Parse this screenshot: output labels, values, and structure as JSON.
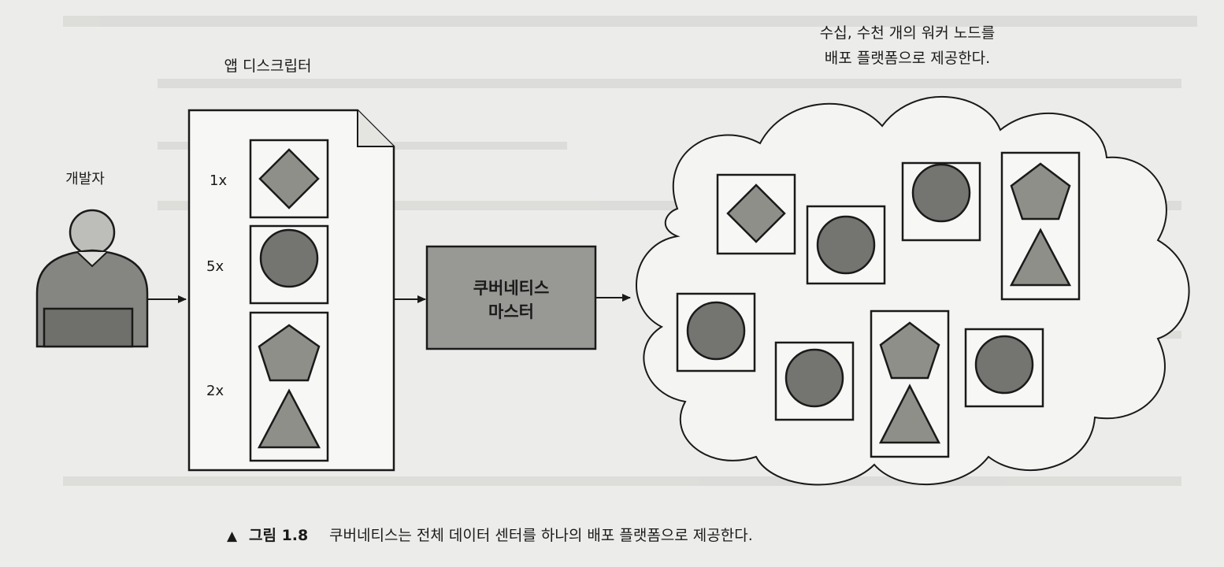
{
  "app_descriptor_label": "앱 디스크립터",
  "developer_label": "개발자",
  "counts": [
    "1x",
    "5x",
    "2x"
  ],
  "master_lines": [
    "쿠버네티스",
    "마스터"
  ],
  "cloud_caption_lines": [
    "수십, 수천 개의 워커 노드를",
    "배포 플랫폼으로 제공한다."
  ],
  "figure": {
    "marker": "▲",
    "number": "그림 1.8",
    "caption": "쿠버네티스는 전체 데이터 센터를 하나의 배포 플랫폼으로 제공한다."
  },
  "colors": {
    "background": "#ececea",
    "shape_fill": "#8f8f8a",
    "box_fill": "#f7f7f5",
    "master_fill": "#989895",
    "outline": "#1a1a1a"
  }
}
